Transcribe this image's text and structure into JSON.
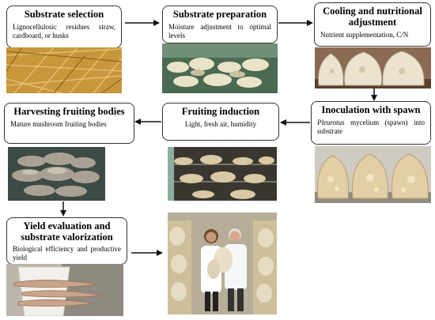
{
  "steps": [
    {
      "title": "Substrate selection",
      "desc": "Lignocellulosic residues straw, cardboard, or husks"
    },
    {
      "title": "Substrate preparation",
      "desc": "Moisture adjustment to optimal levels"
    },
    {
      "title": "Cooling and nutritional adjustment",
      "desc": "Nutrient supplementation, C/N"
    },
    {
      "title": "Inoculation with spawn",
      "desc_italic": "Pleurotus",
      "desc": " mycelium (spawn) into substrate"
    },
    {
      "title": "Fruiting induction",
      "desc": "Light, fresh air, humidity"
    },
    {
      "title": "Harvesting fruiting bodies",
      "desc": "Mature mushroom fruiting bodies"
    },
    {
      "title": "Yield evaluation and substrate valorization",
      "desc": "Biological efficiency and productive yield"
    }
  ],
  "photos": [
    {
      "name": "straw-photo",
      "icon": "straw-image"
    },
    {
      "name": "prepared-substrate-photo",
      "icon": "substrate-image"
    },
    {
      "name": "substrate-bags-photo",
      "icon": "bags-image"
    },
    {
      "name": "spawn-bags-photo",
      "icon": "spawn-bags-image"
    },
    {
      "name": "fruiting-room-photo",
      "icon": "fruiting-image"
    },
    {
      "name": "harvest-mushrooms-photo",
      "icon": "harvest-image"
    },
    {
      "name": "yield-bucket-photo",
      "icon": "bucket-image"
    },
    {
      "name": "researchers-photo",
      "icon": "people-image"
    }
  ],
  "colors": {
    "border": "#333333",
    "arrow": "#111111"
  }
}
